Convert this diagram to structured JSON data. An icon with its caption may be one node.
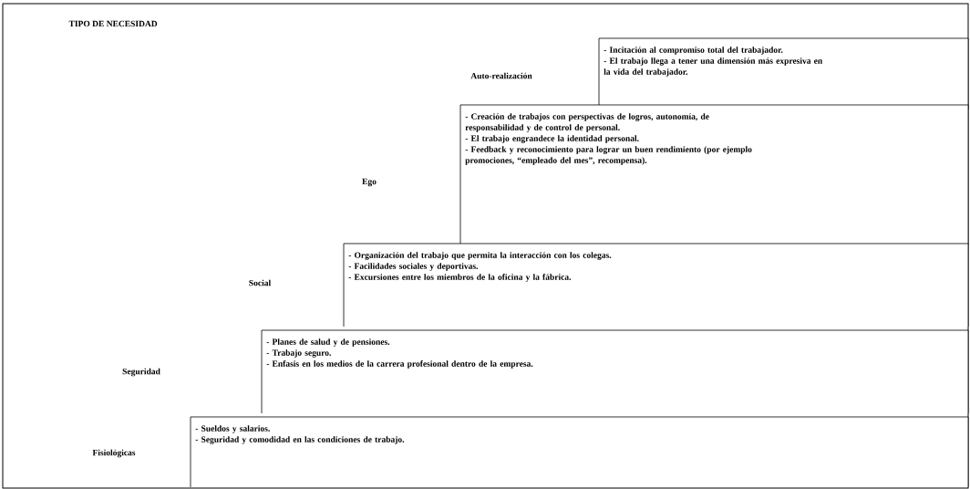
{
  "diagram": {
    "title": "TIPO DE NECESIDAD",
    "nodes": [
      {
        "text": [
          "- Incitación al compromiso total del trabajador.",
          "- El trabajo llega a tener una dimensión más expresiva en la vida del trabajador."
        ]
      },
      {
        "text": [
          "- Creación de trabajos con perspectivas de logros, autonomía, de responsabilidad y de control de personal.",
          "- El trabajo engrandece la identidad personal.",
          "- Feedback y reconocimiento para lograr un buen rendimiento (por ejemplo promociones, “empleado del mes”, recompensa)."
        ]
      },
      {
        "text": [
          "- Organización del trabajo que permita la interacción con los colegas.",
          "- Facilidades sociales y deportivas.",
          "- Excursiones entre los miembros de la oficina y la fábrica."
        ]
      },
      {
        "text": [
          "- Planes de salud y de pensiones.",
          "- Trabajo seguro.",
          "- Enfasis en los medios de la carrera profesional dentro de la empresa."
        ]
      },
      {
        "text": [
          "- Sueldos y salarios.",
          "- Seguridad y comodidad en las condiciones de trabajo."
        ]
      }
    ],
    "labels": [
      "Auto-realización",
      "Ego",
      "Social",
      "Seguridad",
      "Fisiológicas"
    ]
  }
}
